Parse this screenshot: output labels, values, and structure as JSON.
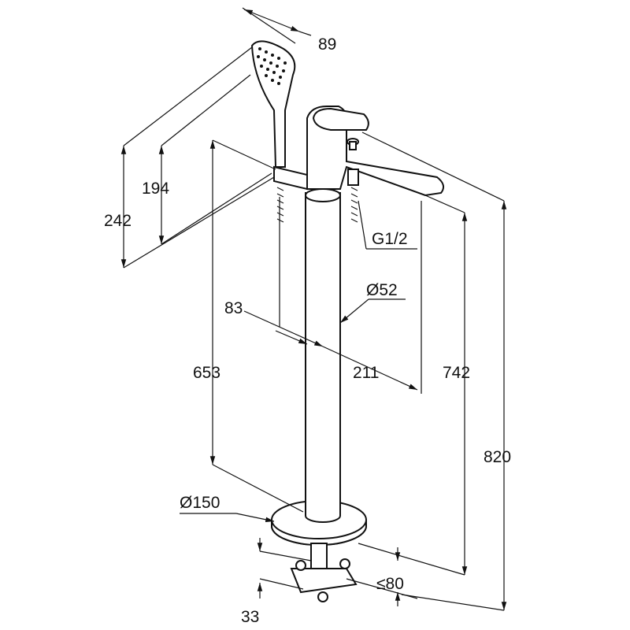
{
  "drawing": {
    "title": "Freestanding bath mixer dimension drawing",
    "dimensions": {
      "shower_head_width": "89",
      "shower_holder_height": "194",
      "shower_top_height": "242",
      "connection_thread": "G1/2",
      "column_diameter": "Ø52",
      "holder_offset": "83",
      "spout_projection": "211",
      "holder_height_from_floor": "653",
      "spout_height": "742",
      "total_height": "820",
      "base_diameter": "Ø150",
      "max_floor_depth": "≤80",
      "min_depth": "33"
    },
    "colors": {
      "line": "#111111",
      "background": "#ffffff"
    }
  }
}
